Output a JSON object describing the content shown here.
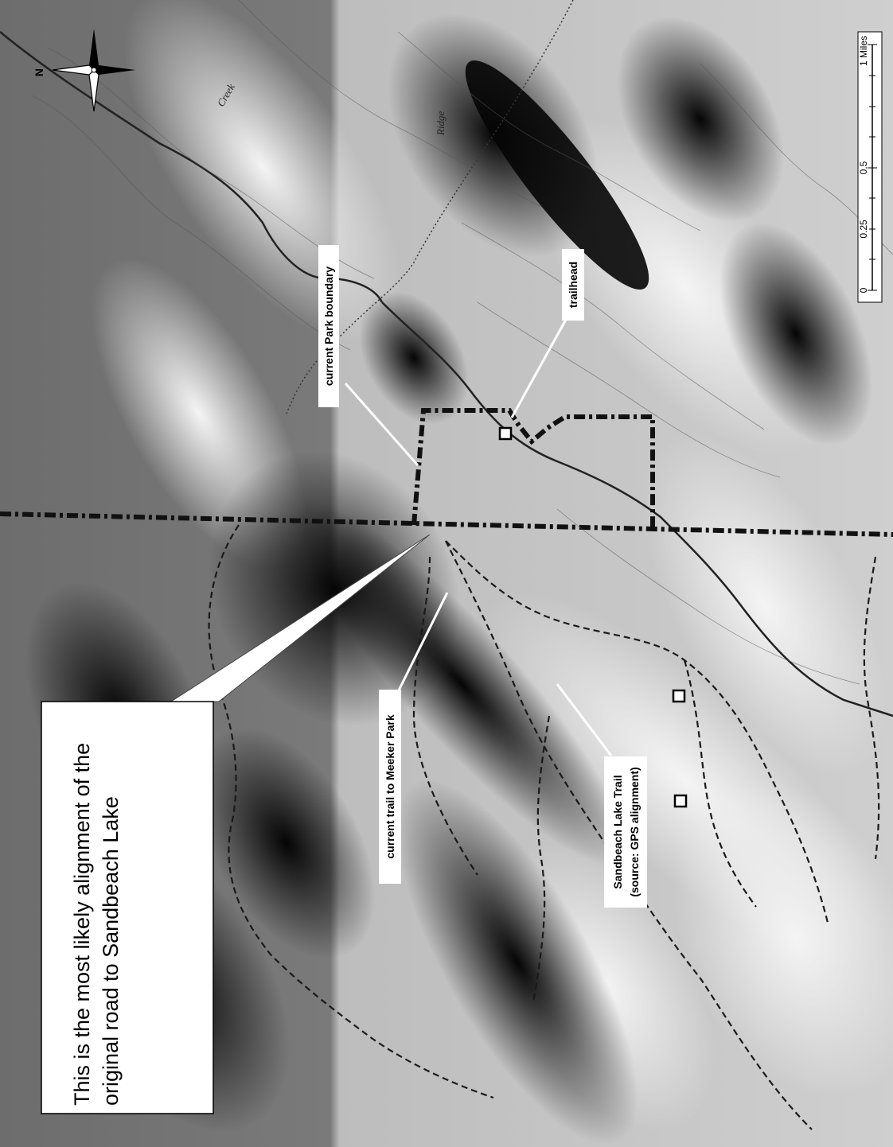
{
  "colors": {
    "land_light": "#e2e2e2",
    "land_mid": "#9a9a9a",
    "land_dark": "#2a2a2a",
    "boundary": "#111111",
    "trail": "#222222",
    "callout_box": "#ffffff"
  },
  "icons": {
    "north_arrow": "compass-rose-icon"
  },
  "compass": {
    "north": "N"
  },
  "labels": {
    "park_boundary": "current Park boundary",
    "trailhead": "trailhead",
    "meeker_trail": "current trail to Meeker Park",
    "sandbeach_line1": "Sandbeach Lake Trail",
    "sandbeach_line2": "(source: GPS alignment)"
  },
  "callout": {
    "line1": "This is the most likely alignment of the",
    "line2": "original road to Sandbeach Lake"
  },
  "scale_bar": {
    "ticks": [
      "0",
      "0.25",
      "0.5",
      "1 Miles"
    ]
  },
  "place_names": {
    "creek": "Creek",
    "ridge": "Ridge"
  }
}
